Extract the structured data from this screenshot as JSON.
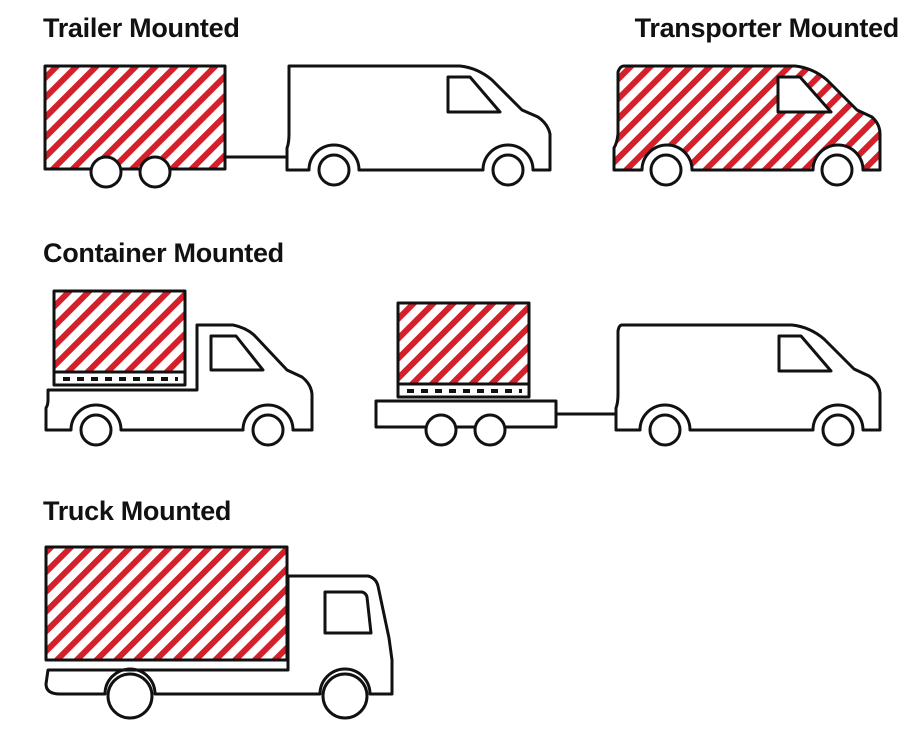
{
  "labels": {
    "trailer": "Trailer Mounted",
    "transporter": "Transporter Mounted",
    "container": "Container Mounted",
    "truck": "Truck Mounted"
  },
  "colors": {
    "hatch": "#d3202a",
    "outline": "#111111",
    "background": "#ffffff"
  }
}
